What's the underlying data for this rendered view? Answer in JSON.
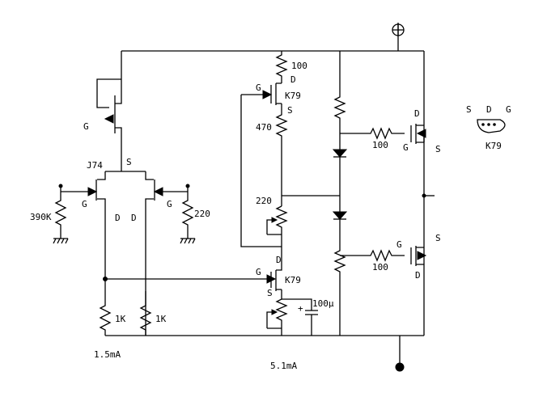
{
  "labels": {
    "r_top_100": "100",
    "q1_d": "D",
    "q1_g": "G",
    "q1_part": "K79",
    "q1_s": "S",
    "r_470": "470",
    "vr_220": "220",
    "q2_d": "D",
    "q2_g": "G",
    "q2_part": "K79",
    "q2_s": "S",
    "cap_plus": "+",
    "cap_100u": "100μ",
    "ccs_g": "G",
    "j74_part": "J74",
    "j74_s": "S",
    "j74_g_left": "G",
    "j74_g_right": "G",
    "j74_d_left": "D",
    "j74_d_right": "D",
    "r_390k": "390K",
    "r_220_right": "220",
    "r_1k_left": "1K",
    "r_1k_right": "1K",
    "current_left": "1.5mA",
    "current_right": "5.1mA",
    "out_top_d": "D",
    "out_top_g": "G",
    "out_top_s": "S",
    "r_gate_top": "100",
    "out_bot_g": "G",
    "out_bot_s": "S",
    "out_bot_d": "D",
    "r_gate_bot": "100",
    "pin_s": "S",
    "pin_d": "D",
    "pin_g": "G",
    "pin_part": "K79"
  }
}
